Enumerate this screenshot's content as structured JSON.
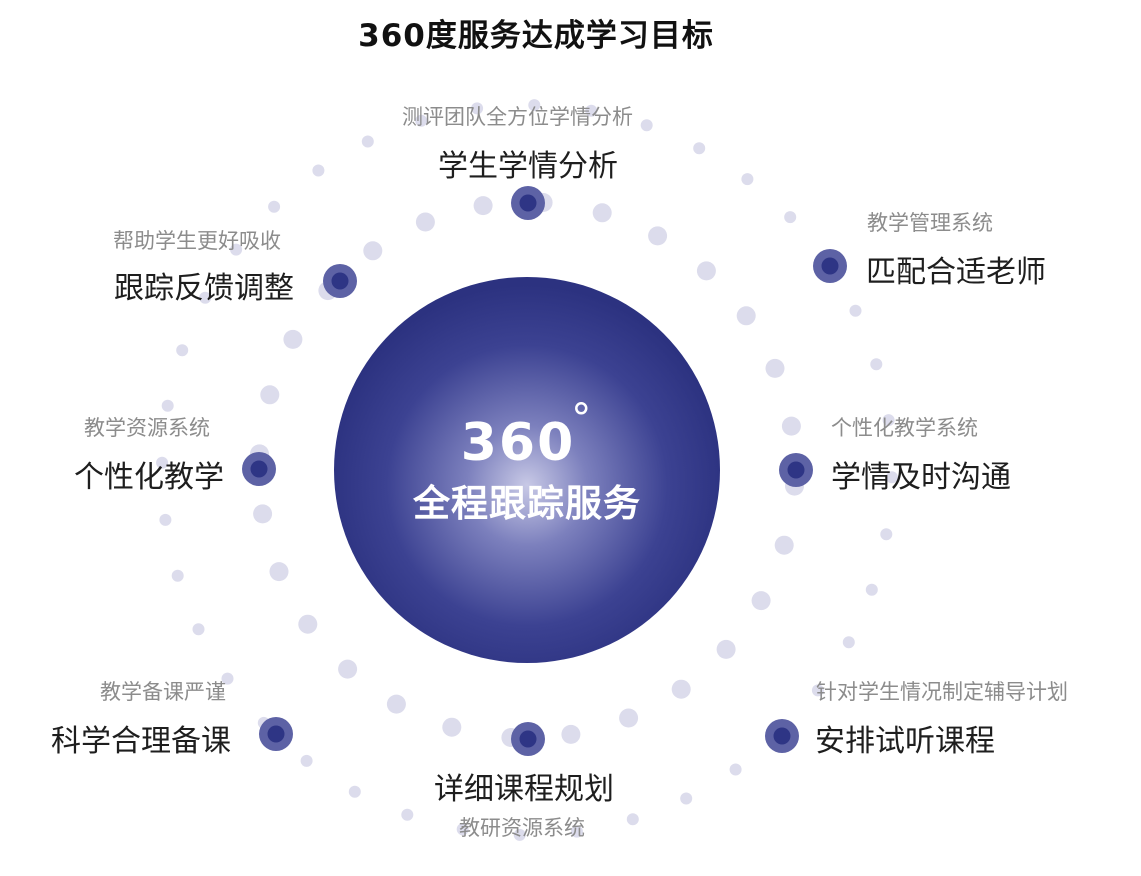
{
  "title": "360度服务达成学习目标",
  "center": {
    "number": "360",
    "degree": "°",
    "label": "全程跟踪服务"
  },
  "nodes": [
    {
      "key": "top",
      "sub": "测评团队全方位学情分析",
      "main": "学生学情分析"
    },
    {
      "key": "upper-left",
      "sub": "帮助学生更好吸收",
      "main": "跟踪反馈调整"
    },
    {
      "key": "upper-right",
      "sub": "教学管理系统",
      "main": "匹配合适老师"
    },
    {
      "key": "left",
      "sub": "教学资源系统",
      "main": "个性化教学"
    },
    {
      "key": "right",
      "sub": "个性化教学系统",
      "main": "学情及时沟通"
    },
    {
      "key": "lower-left",
      "sub": "教学备课严谨",
      "main": "科学合理备课"
    },
    {
      "key": "lower-right",
      "sub": "针对学生情况制定辅导计划",
      "main": "安排试听课程"
    },
    {
      "key": "bottom",
      "sub": "教研资源系统",
      "main": "详细课程规划"
    }
  ],
  "colors": {
    "accent": "#2e3585",
    "dot": "#dcdcec",
    "sub_text": "#8c8c8c",
    "main_text": "#1e1e1e"
  }
}
